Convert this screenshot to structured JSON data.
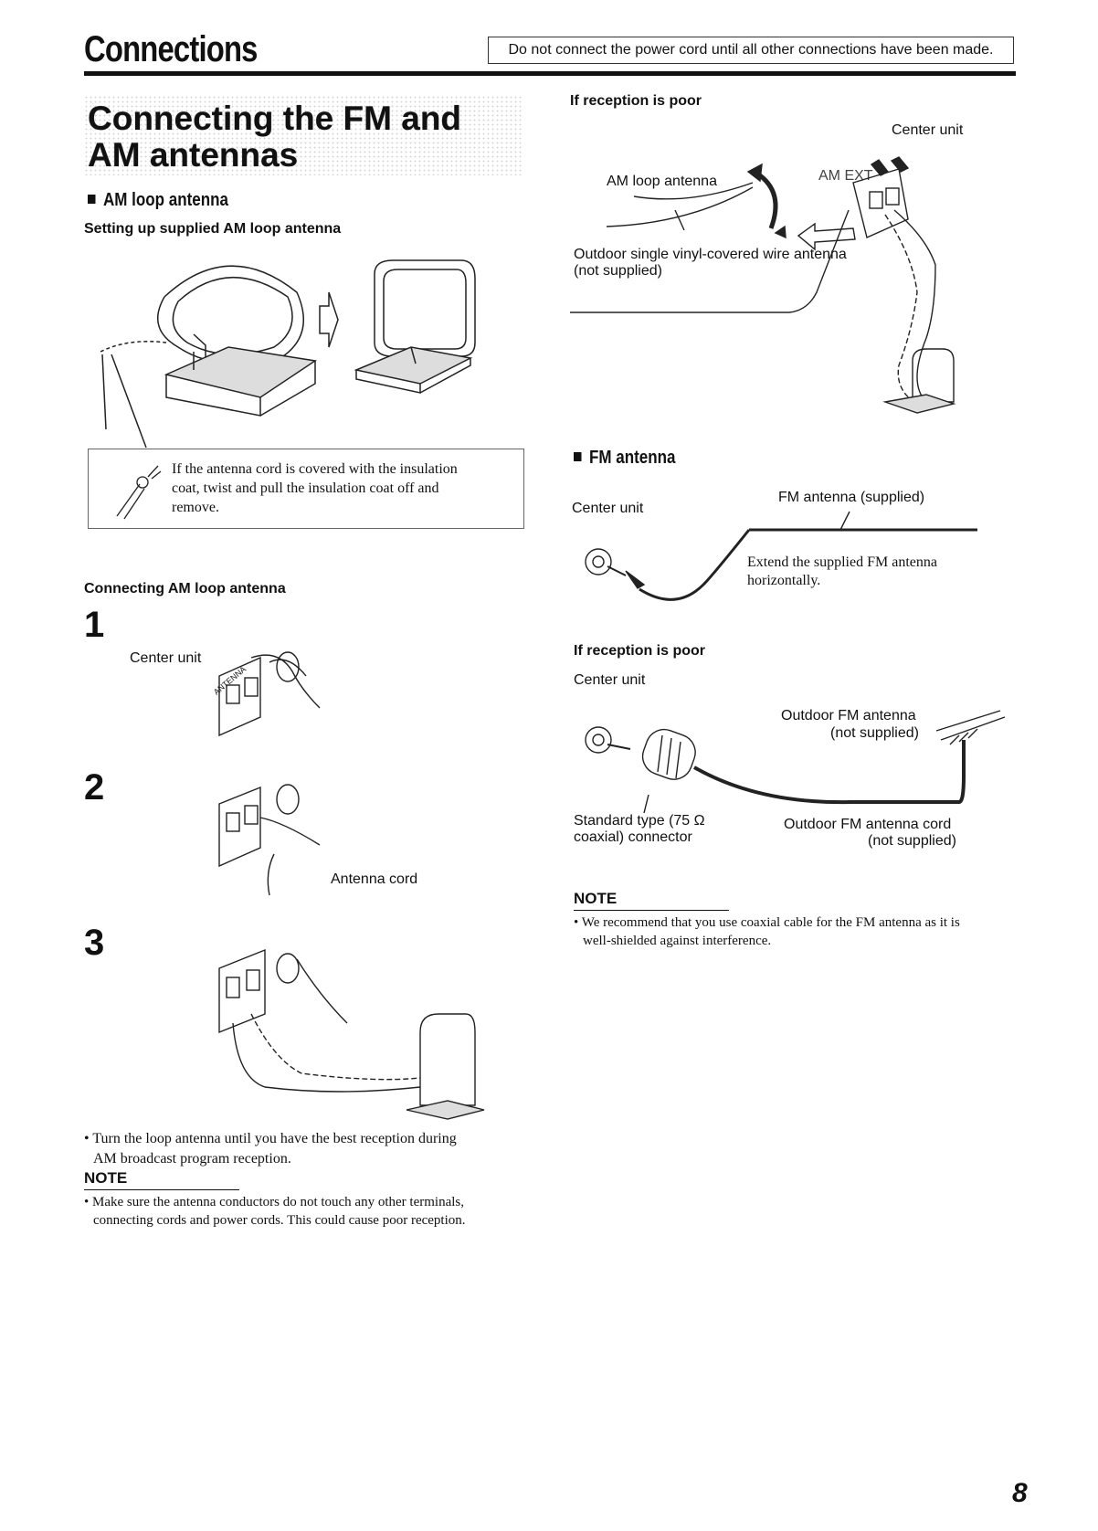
{
  "header": {
    "title": "Connections",
    "warning": "Do not connect the power cord until all other connections have been made."
  },
  "section_title": [
    "Connecting the FM and",
    "AM antennas"
  ],
  "am_loop": {
    "heading": "AM loop antenna",
    "setup_heading": "Setting up supplied AM loop antenna",
    "insulation_note": [
      "If the antenna cord is covered with the insulation",
      "coat, twist and pull the insulation coat off and",
      "remove."
    ],
    "connect_heading": "Connecting AM loop antenna",
    "steps": [
      "1",
      "2",
      "3"
    ],
    "center_unit": "Center unit",
    "antenna_cord": "Antenna cord",
    "tip": [
      "Turn the loop antenna until you have the best reception during",
      "AM broadcast program reception."
    ],
    "note_heading": "NOTE",
    "note": [
      "Make sure the antenna conductors do not touch any other terminals,",
      "connecting cords and power cords. This could cause poor reception."
    ]
  },
  "am_poor": {
    "heading": "If reception is poor",
    "center_unit": "Center unit",
    "am_loop_antenna": "AM loop antenna",
    "am_ext": "AM EXT",
    "outdoor_wire": [
      "Outdoor single vinyl-covered wire antenna",
      "(not supplied)"
    ]
  },
  "fm": {
    "heading": "FM antenna",
    "center_unit": "Center unit",
    "supplied": "FM antenna (supplied)",
    "extend_text": [
      "Extend the supplied FM antenna",
      "horizontally."
    ],
    "poor_heading": "If reception is poor",
    "poor_center_unit": "Center unit",
    "outdoor_fm": [
      "Outdoor FM antenna",
      "(not supplied)"
    ],
    "connector": [
      "Standard type (75 Ω",
      "coaxial) connector"
    ],
    "outdoor_cord": [
      "Outdoor FM antenna cord",
      "(not supplied)"
    ],
    "note_heading": "NOTE",
    "note": [
      "We recommend that you use coaxial cable for the FM antenna as it is",
      "well-shielded against interference."
    ]
  },
  "page_number": "8"
}
